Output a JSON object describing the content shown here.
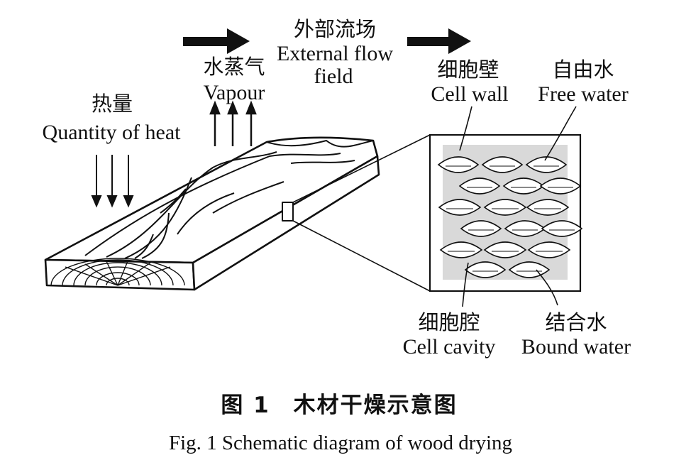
{
  "labels": {
    "heat_cn": "热量",
    "heat_en": "Quantity of heat",
    "vapour_cn": "水蒸气",
    "vapour_en": "Vapour",
    "flow_cn": "外部流场",
    "flow_en_1": "External flow",
    "flow_en_2": "field",
    "cellwall_cn": "细胞壁",
    "cellwall_en": "Cell wall",
    "freewater_cn": "自由水",
    "freewater_en": "Free water",
    "cavity_cn": "细胞腔",
    "cavity_en": "Cell cavity",
    "bound_cn": "结合水",
    "bound_en": "Bound water"
  },
  "caption": {
    "cn": "图 1　木材干燥示意图",
    "en": "Fig. 1 Schematic diagram of wood drying"
  },
  "colors": {
    "ink": "#111111",
    "cell_wall_fill": "#d9d9d9",
    "background": "#ffffff"
  }
}
